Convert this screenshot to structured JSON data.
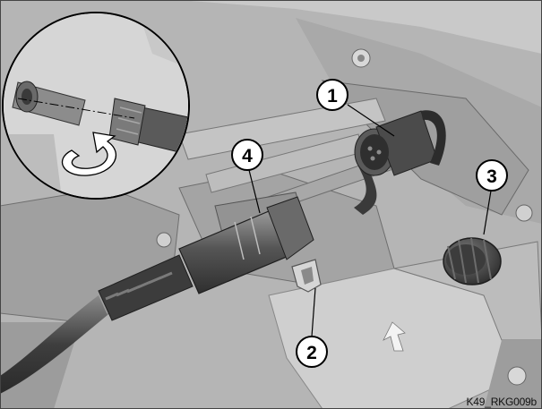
{
  "callouts": [
    {
      "id": "callout-1",
      "number": "1",
      "part": "socket"
    },
    {
      "id": "callout-2",
      "number": "2",
      "part": "cable-holder"
    },
    {
      "id": "callout-3",
      "number": "3",
      "part": "protective-cap"
    },
    {
      "id": "callout-4",
      "number": "4",
      "part": "plug"
    }
  ],
  "figure_id": "K49_RKG009b",
  "colors": {
    "background_gray": "#b4b4b4",
    "part_gray": "#9a9a9a",
    "dark_part": "#4a4a4a",
    "highlight": "#e6e6e6",
    "callout_fill": "#ffffff",
    "callout_stroke": "#000000"
  },
  "icons": {
    "inset": "rotate-connect-arrow-icon"
  }
}
